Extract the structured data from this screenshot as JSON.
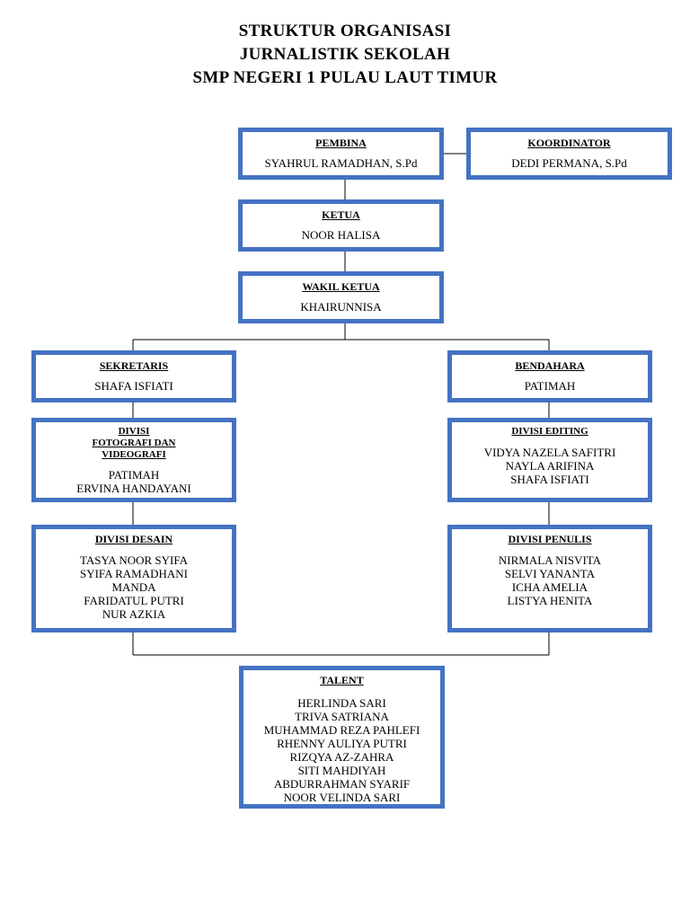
{
  "title": {
    "line1": "STRUKTUR ORGANISASI",
    "line2": "JURNALISTIK SEKOLAH",
    "line3": "SMP NEGERI 1 PULAU LAUT TIMUR"
  },
  "pembina": {
    "title": "PEMBINA",
    "members": [
      "SYAHRUL RAMADHAN, S.Pd"
    ]
  },
  "koordinator": {
    "title": "KOORDINATOR",
    "members": [
      "DEDI PERMANA, S.Pd"
    ]
  },
  "ketua": {
    "title": "KETUA",
    "members": [
      "NOOR HALISA"
    ]
  },
  "wakil_ketua": {
    "title": "WAKIL KETUA",
    "members": [
      "KHAIRUNNISA"
    ]
  },
  "sekretaris": {
    "title": "SEKRETARIS",
    "members": [
      "SHAFA ISFIATI"
    ]
  },
  "bendahara": {
    "title": "BENDAHARA",
    "members": [
      "PATIMAH"
    ]
  },
  "divisi_foto": {
    "title_lines": [
      "DIVISI",
      "FOTOGRAFI DAN",
      "VIDEOGRAFI"
    ],
    "members": [
      "PATIMAH",
      "ERVINA HANDAYANI"
    ]
  },
  "divisi_editing": {
    "title": "DIVISI EDITING",
    "members": [
      "VIDYA NAZELA SAFITRI",
      "NAYLA ARIFINA",
      "SHAFA ISFIATI"
    ]
  },
  "divisi_desain": {
    "title": "DIVISI DESAIN",
    "members": [
      "TASYA NOOR SYIFA",
      "SYIFA RAMADHANI",
      "MANDA",
      "FARIDATUL PUTRI",
      "NUR AZKIA"
    ]
  },
  "divisi_penulis": {
    "title": "DIVISI PENULIS",
    "members": [
      "NIRMALA NISVITA",
      "SELVI YANANTA",
      "ICHA AMELIA",
      "LISTYA HENITA"
    ]
  },
  "talent": {
    "title": "TALENT",
    "members": [
      "HERLINDA SARI",
      "TRIVA SATRIANA",
      "MUHAMMAD REZA PAHLEFI",
      "RHENNY AULIYA PUTRI",
      "RIZQYA AZ-ZAHRA",
      "SITI MAHDIYAH",
      "ABDURRAHMAN SYARIF",
      "NOOR VELINDA SARI"
    ]
  },
  "colors": {
    "box_border": "#4472c4",
    "connector": "#000000"
  }
}
